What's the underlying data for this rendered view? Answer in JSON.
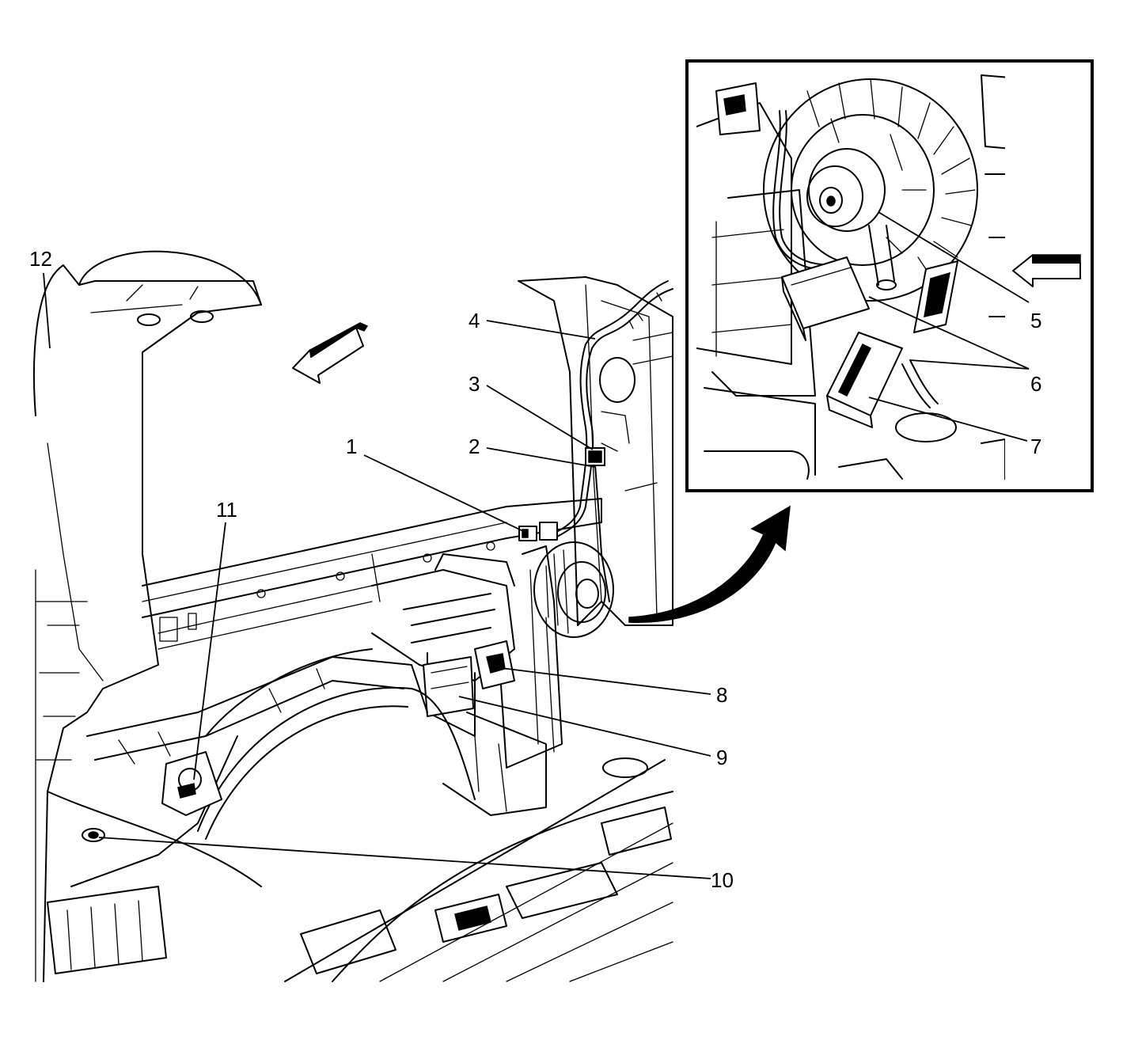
{
  "callouts": [
    {
      "id": "1",
      "label": "1"
    },
    {
      "id": "2",
      "label": "2"
    },
    {
      "id": "3",
      "label": "3"
    },
    {
      "id": "4",
      "label": "4"
    },
    {
      "id": "5",
      "label": "5"
    },
    {
      "id": "6",
      "label": "6"
    },
    {
      "id": "7",
      "label": "7"
    },
    {
      "id": "8",
      "label": "8"
    },
    {
      "id": "9",
      "label": "9"
    },
    {
      "id": "10",
      "label": "10"
    },
    {
      "id": "11",
      "label": "11"
    },
    {
      "id": "12",
      "label": "12"
    }
  ],
  "icons": {
    "main_direction": "forward-arrow-icon",
    "inset_direction": "forward-arrow-icon",
    "detail_link": "curved-arrow-icon"
  },
  "colors": {
    "line": "#000000",
    "background": "#ffffff"
  }
}
